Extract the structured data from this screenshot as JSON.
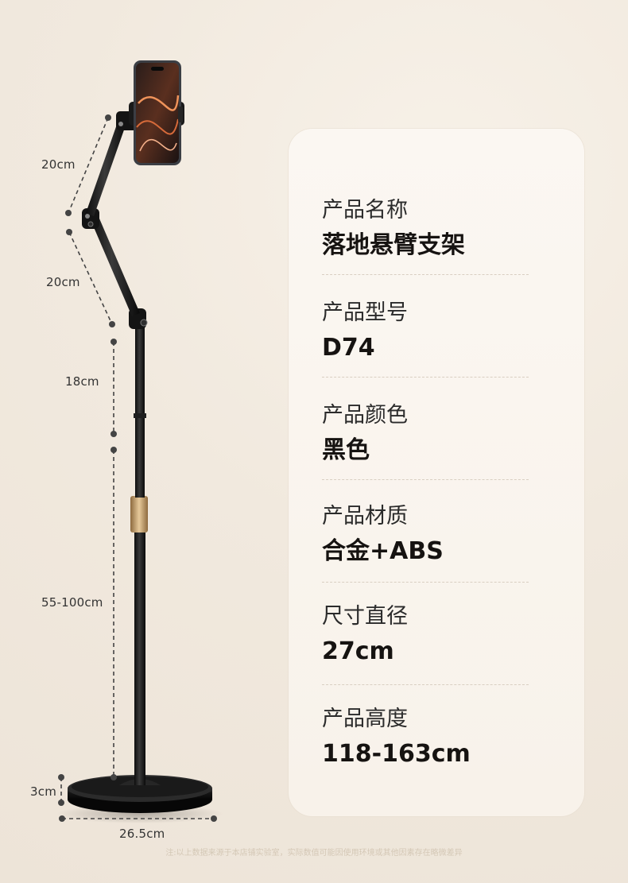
{
  "dimensions": {
    "arm_upper": "20cm",
    "arm_lower": "20cm",
    "pole_upper": "18cm",
    "pole_main": "55-100cm",
    "base_height": "3cm",
    "base_diameter": "26.5cm"
  },
  "specs": [
    {
      "label": "产品名称",
      "value": "落地悬臂支架"
    },
    {
      "label": "产品型号",
      "value": "D74"
    },
    {
      "label": "产品颜色",
      "value": "黑色"
    },
    {
      "label": "产品材质",
      "value": "合金+ABS"
    },
    {
      "label": "尺寸直径",
      "value": "27cm"
    },
    {
      "label": "产品高度",
      "value": "118-163cm"
    }
  ],
  "footer": {
    "note": "注:以上数据来源于本店铺实验室，实际数值可能因使用环境或其他因素存在略微差异"
  },
  "colors": {
    "background": "#f1e9de",
    "card": "#faf5ee",
    "accent_gold": "#c9a36a",
    "stand_black": "#1c1c1c"
  }
}
